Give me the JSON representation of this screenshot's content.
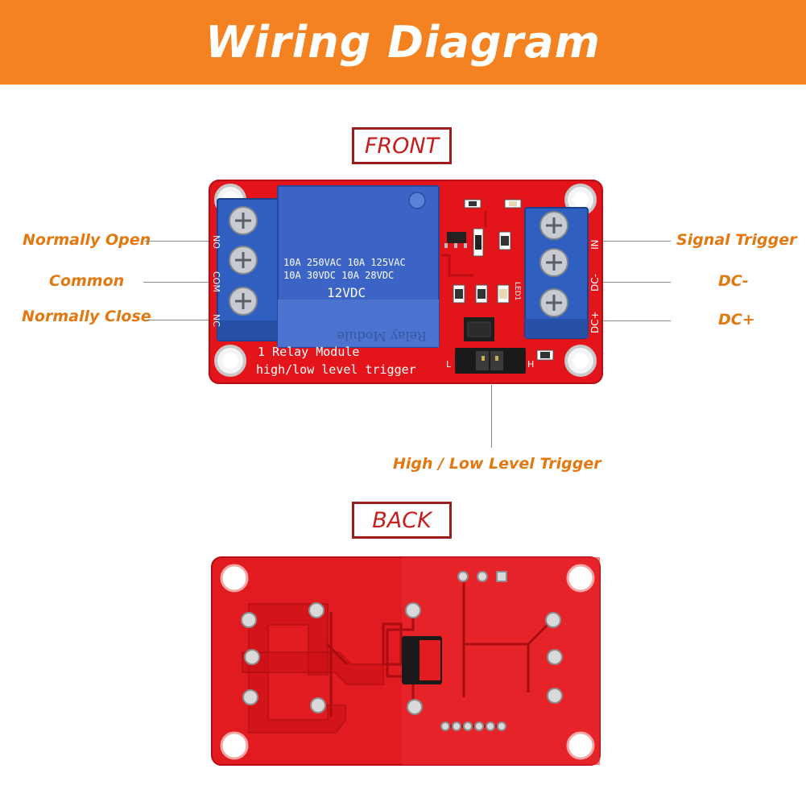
{
  "title": "Wiring Diagram",
  "sections": {
    "front": "FRONT",
    "back": "BACK"
  },
  "labels": {
    "normally_open": "Normally Open",
    "common": "Common",
    "normally_close": "Normally Close",
    "signal_trigger": "Signal Trigger",
    "dc_minus": "DC-",
    "dc_plus": "DC+",
    "level_trigger": "High / Low Level Trigger"
  },
  "board_text": {
    "left_pins": [
      "NO",
      "COM",
      "NC"
    ],
    "right_pins": [
      "IN",
      "DC-",
      "DC+"
    ],
    "relay_rating_1": "10A 250VAC  10A 125VAC",
    "relay_rating_2": "10A  30VDC  10A 28VDC",
    "relay_voltage": "12VDC",
    "relay_mirror": "Relay Module",
    "module_line_1": "1 Relay  Module",
    "module_line_2": "high/low level trigger",
    "jumper_low": "L",
    "jumper_high": "H",
    "led_label": "LED1"
  },
  "colors": {
    "banner": "#f58220",
    "label_orange": "#e2780f",
    "box_border": "#9b1c1c",
    "pcb_red": "#e3151b",
    "relay_blue": "#3b64c6",
    "terminal_blue": "#2f5fc0"
  }
}
